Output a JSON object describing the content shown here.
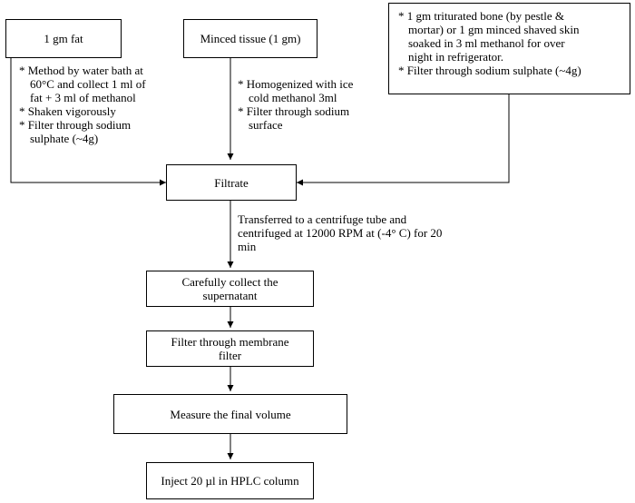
{
  "flowchart": {
    "fat_box": "1 gm fat",
    "tissue_box": "Minced tissue (1 gm)",
    "bone_box": {
      "lines": [
        "* 1 gm triturated bone (by pestle &",
        "mortar) or 1 gm minced shaved skin",
        "soaked in 3 ml methanol for over",
        "night in refrigerator.",
        "* Filter through sodium sulphate (~4g)"
      ]
    },
    "fat_notes": [
      "* Method by water bath at 60°C and collect 1 ml of fat + 3 ml of methanol",
      "* Shaken vigorously",
      "* Filter through sodium sulphate (~4g)"
    ],
    "tissue_notes": [
      "* Homogenized with ice cold methanol 3ml",
      "* Filter through sodium surface"
    ],
    "filtrate_box": "Filtrate",
    "centrifuge_note": "Transferred to a centrifuge tube and centrifuged at 12000  RPM at (-4° C) for 20 min",
    "supernatant_box": "Carefully collect the supernatant",
    "membrane_box": "Filter through membrane filter",
    "volume_box": "Measure the final volume",
    "inject_box": "Inject 20 µl in HPLC column"
  }
}
